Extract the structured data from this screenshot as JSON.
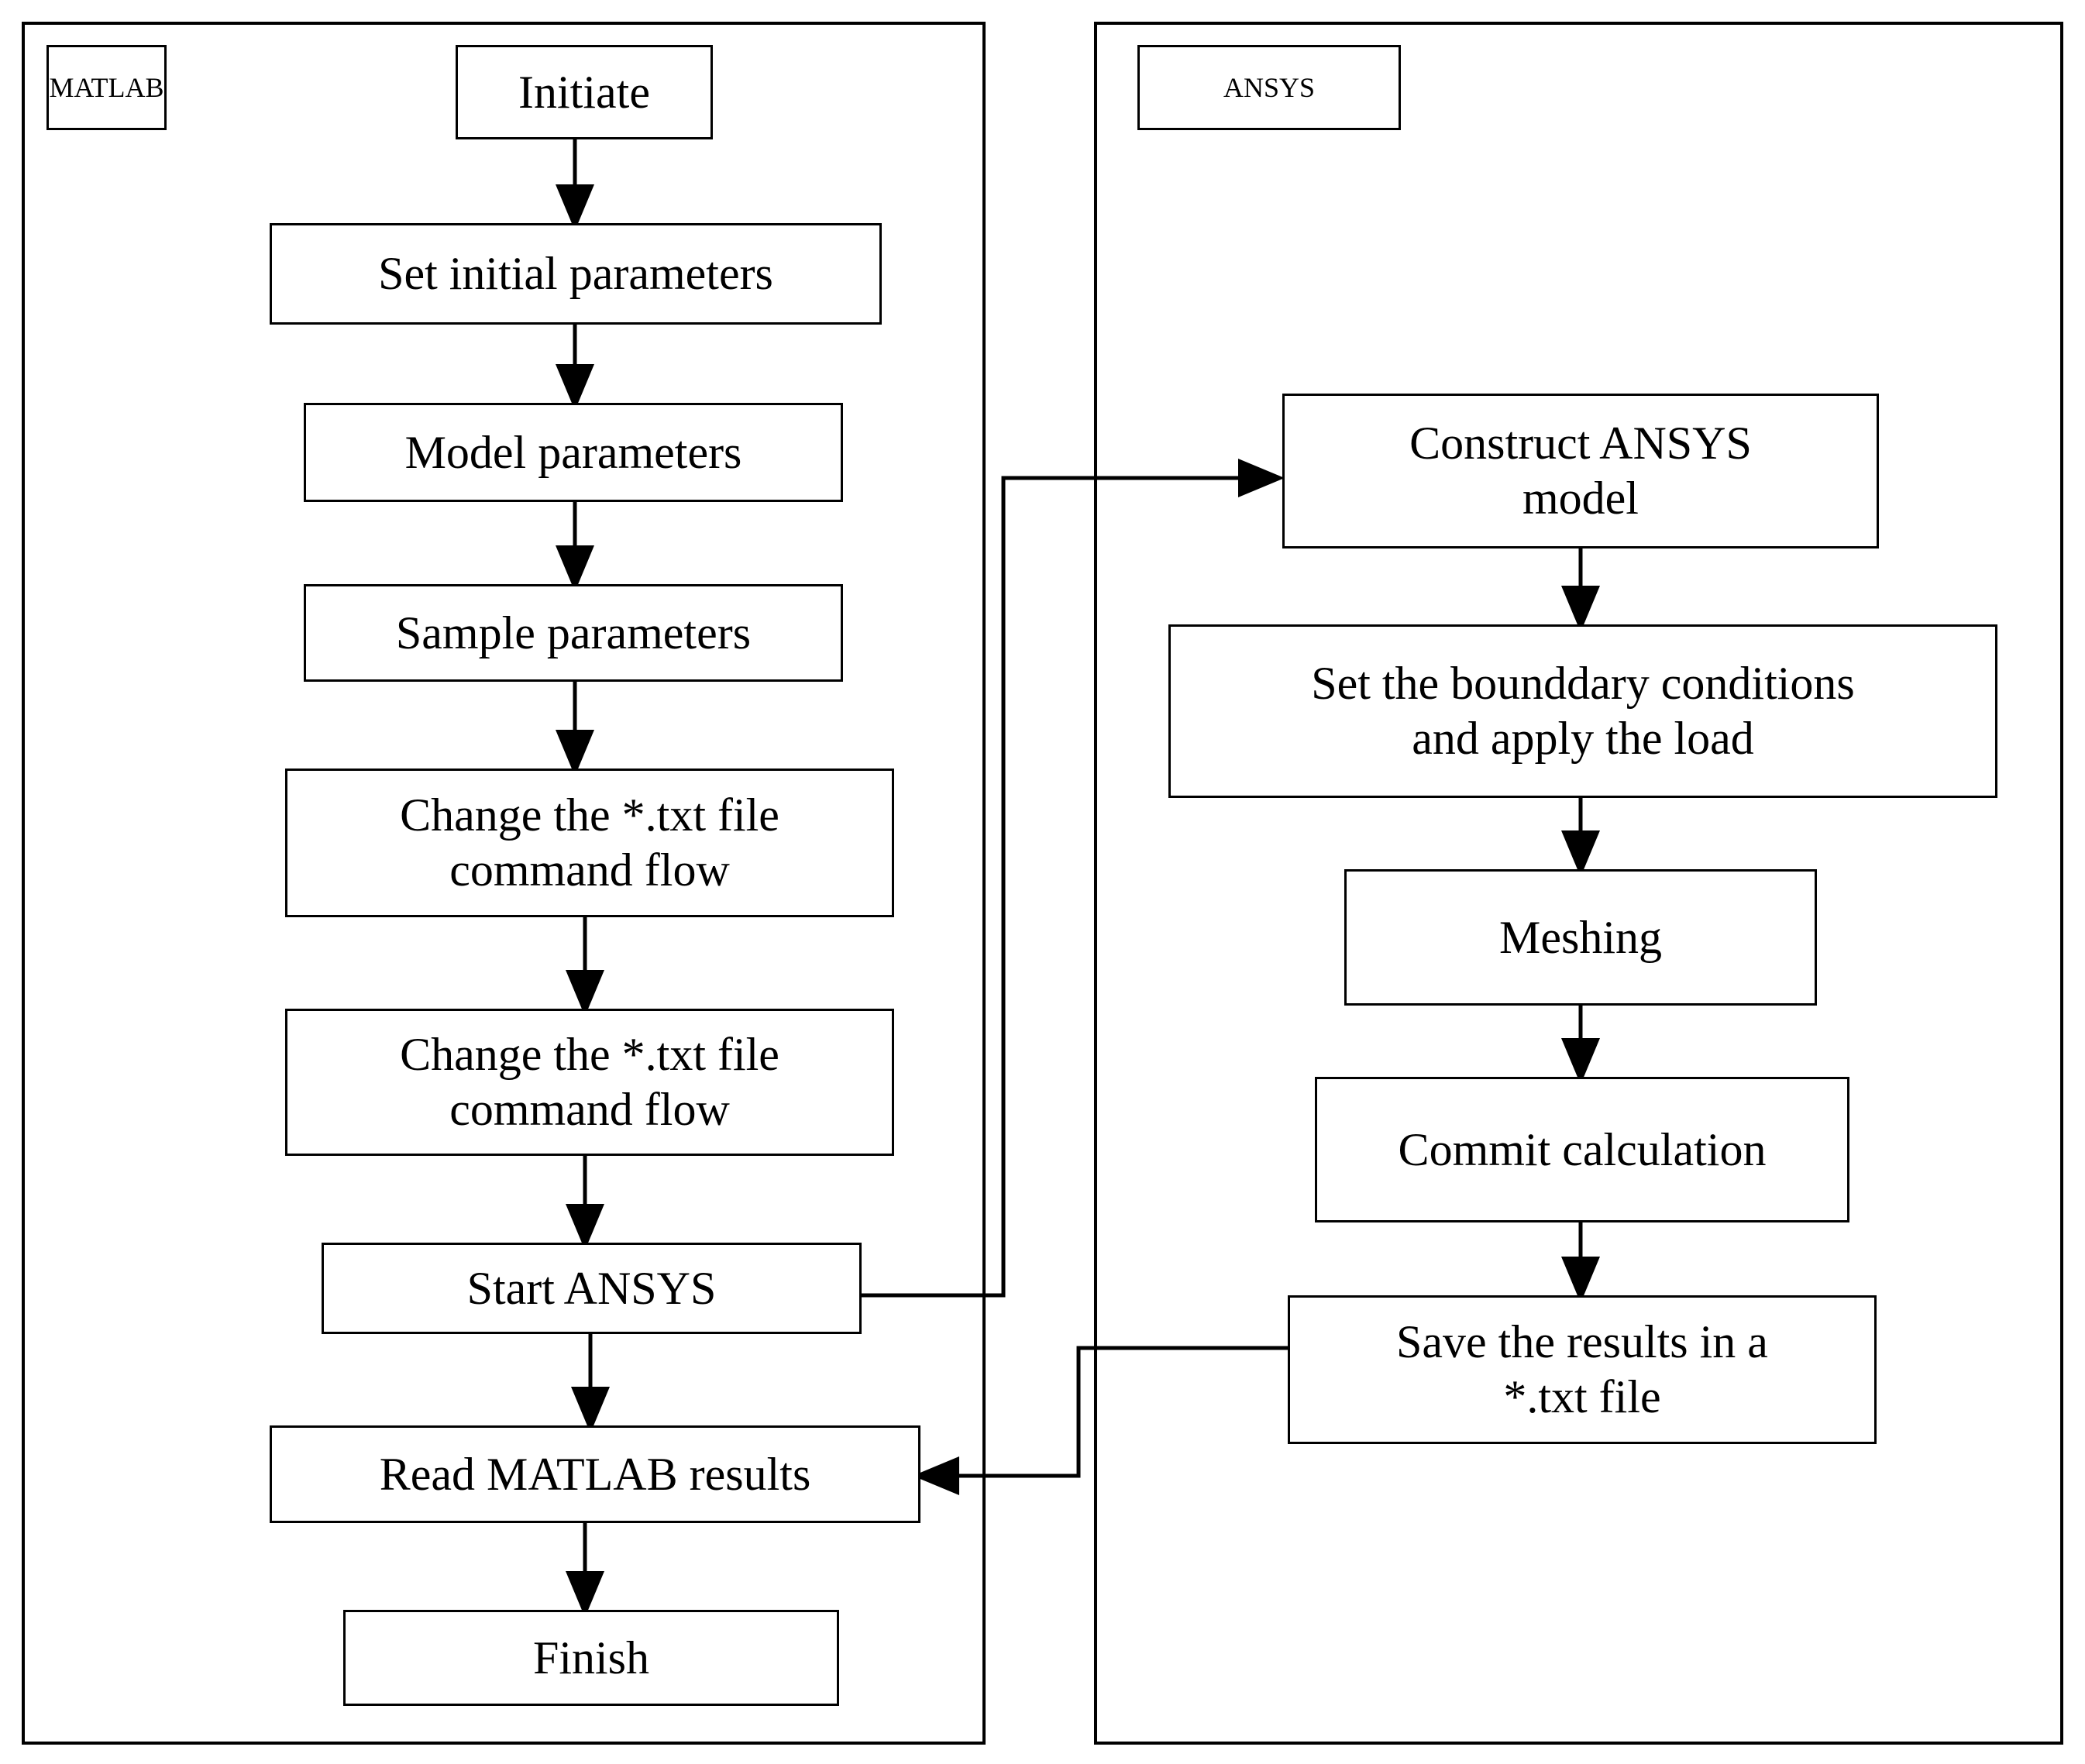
{
  "figure": {
    "type": "flowchart",
    "orientation": "two-column-swimlane",
    "background_color": "#ffffff",
    "line_color": "#000000",
    "text_color": "#000000"
  },
  "panels": [
    {
      "id": "matlab",
      "label": "MATLAB"
    },
    {
      "id": "ansys",
      "label": "ANSYS"
    }
  ],
  "matlab": {
    "tag_label": "MATLAB",
    "nodes": [
      {
        "id": "initiate",
        "label": "Initiate"
      },
      {
        "id": "set_initial",
        "label": "Set initial parameters"
      },
      {
        "id": "model_params",
        "label": "Model parameters"
      },
      {
        "id": "sample_params",
        "label": "Sample parameters"
      },
      {
        "id": "change_txt_1",
        "label": "Change the *.txt file\ncommand flow"
      },
      {
        "id": "change_txt_2",
        "label": "Change the *.txt file\ncommand flow"
      },
      {
        "id": "start_ansys",
        "label": "Start ANSYS"
      },
      {
        "id": "read_results",
        "label": "Read MATLAB results"
      },
      {
        "id": "finish",
        "label": "Finish"
      }
    ]
  },
  "ansys": {
    "tag_label": "ANSYS",
    "nodes": [
      {
        "id": "construct_model",
        "label": "Construct ANSYS\nmodel"
      },
      {
        "id": "set_boundary",
        "label": "Set the bounddary conditions\nand apply the load"
      },
      {
        "id": "meshing",
        "label": "Meshing"
      },
      {
        "id": "commit_calc",
        "label": "Commit calculation"
      },
      {
        "id": "save_results",
        "label": "Save the results in a\n*.txt file"
      }
    ]
  },
  "edges": [
    {
      "from": "initiate",
      "to": "set_initial",
      "kind": "vertical-arrow"
    },
    {
      "from": "set_initial",
      "to": "model_params",
      "kind": "vertical-arrow"
    },
    {
      "from": "model_params",
      "to": "sample_params",
      "kind": "vertical-arrow"
    },
    {
      "from": "sample_params",
      "to": "change_txt_1",
      "kind": "vertical-arrow"
    },
    {
      "from": "change_txt_1",
      "to": "change_txt_2",
      "kind": "vertical-arrow"
    },
    {
      "from": "change_txt_2",
      "to": "start_ansys",
      "kind": "vertical-arrow"
    },
    {
      "from": "start_ansys",
      "to": "construct_model",
      "kind": "elbow-cross-panel-right"
    },
    {
      "from": "construct_model",
      "to": "set_boundary",
      "kind": "vertical-arrow"
    },
    {
      "from": "set_boundary",
      "to": "meshing",
      "kind": "vertical-arrow"
    },
    {
      "from": "meshing",
      "to": "commit_calc",
      "kind": "vertical-arrow"
    },
    {
      "from": "commit_calc",
      "to": "save_results",
      "kind": "vertical-arrow"
    },
    {
      "from": "save_results",
      "to": "read_results",
      "kind": "elbow-cross-panel-left"
    },
    {
      "from": "start_ansys",
      "to": "read_results",
      "kind": "vertical-arrow"
    },
    {
      "from": "read_results",
      "to": "finish",
      "kind": "vertical-arrow"
    }
  ]
}
